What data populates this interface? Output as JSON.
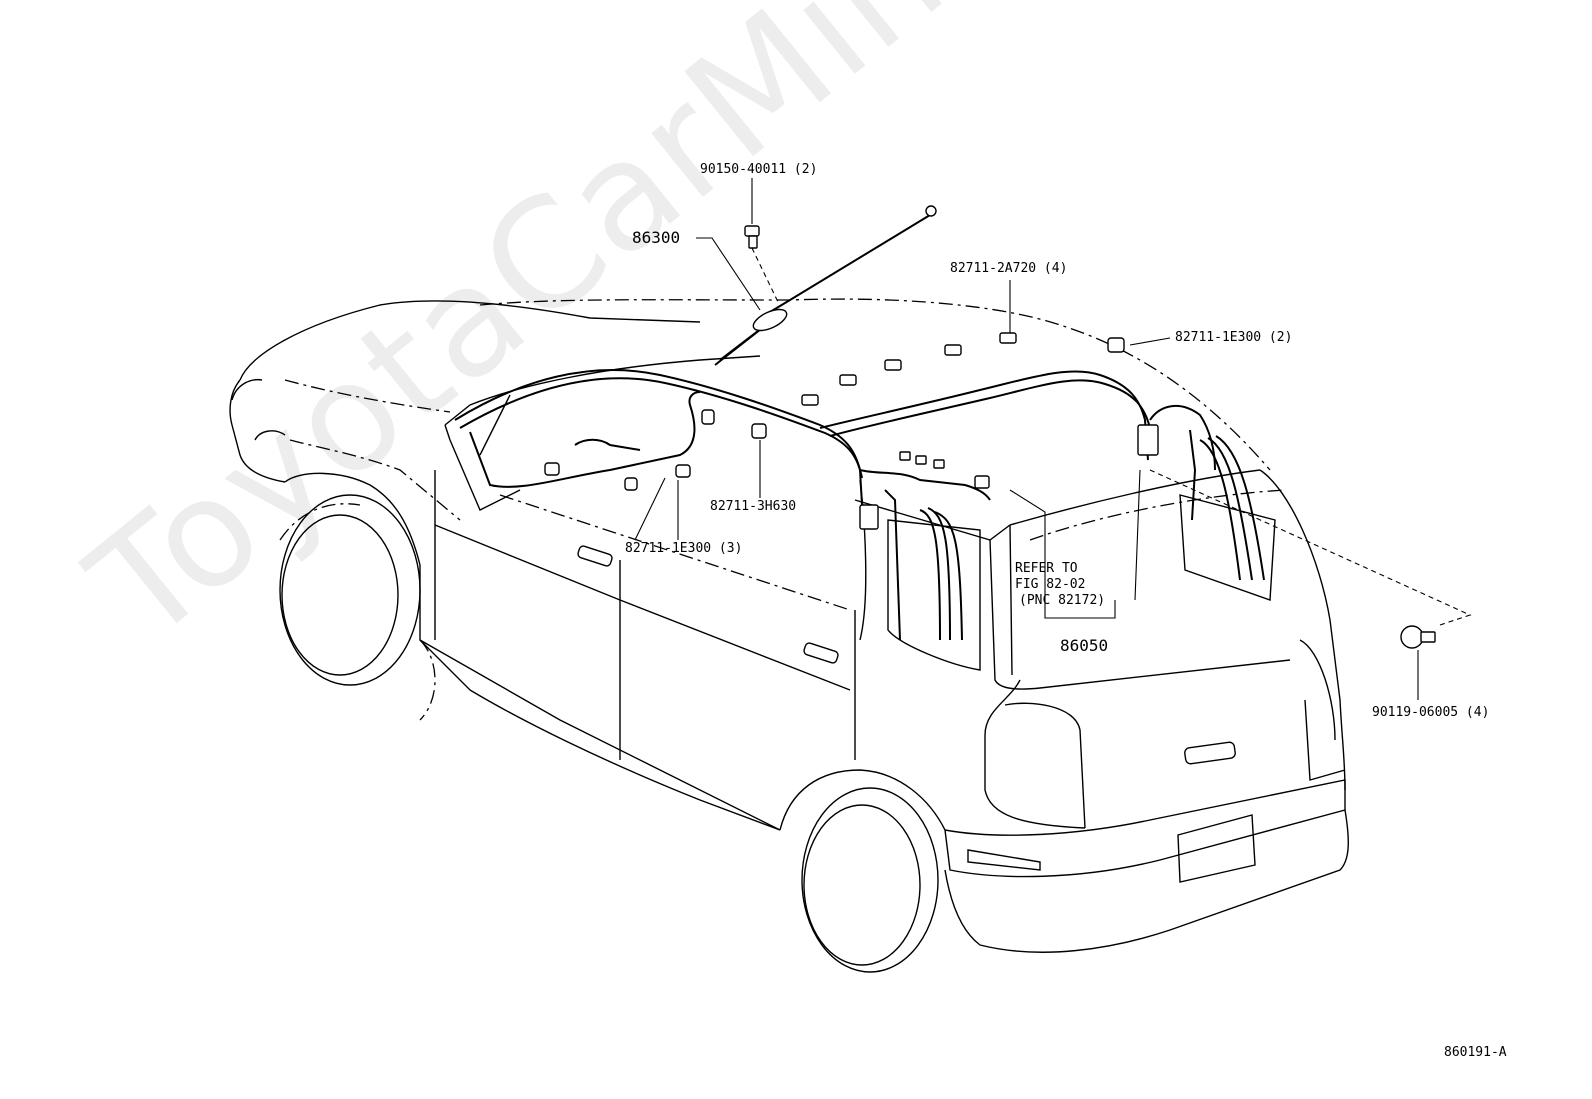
{
  "labels": {
    "bolt_top": "90150-40011 (2)",
    "antenna": "86300",
    "clip_2a720": "82711-2A720 (4)",
    "clip_1e300_2": "82711-1E300 (2)",
    "clip_3h630": "82711-3H630",
    "clip_1e300_3": "82711-1E300 (3)",
    "refer_line1": "REFER TO",
    "refer_line2": "FIG 82-02",
    "refer_line3": "(PNC 82172)",
    "cord": "86050",
    "bolt_rear": "90119-06005 (4)",
    "figure_id": "860191-A"
  },
  "watermark": "ToyotaCarMine.ru"
}
